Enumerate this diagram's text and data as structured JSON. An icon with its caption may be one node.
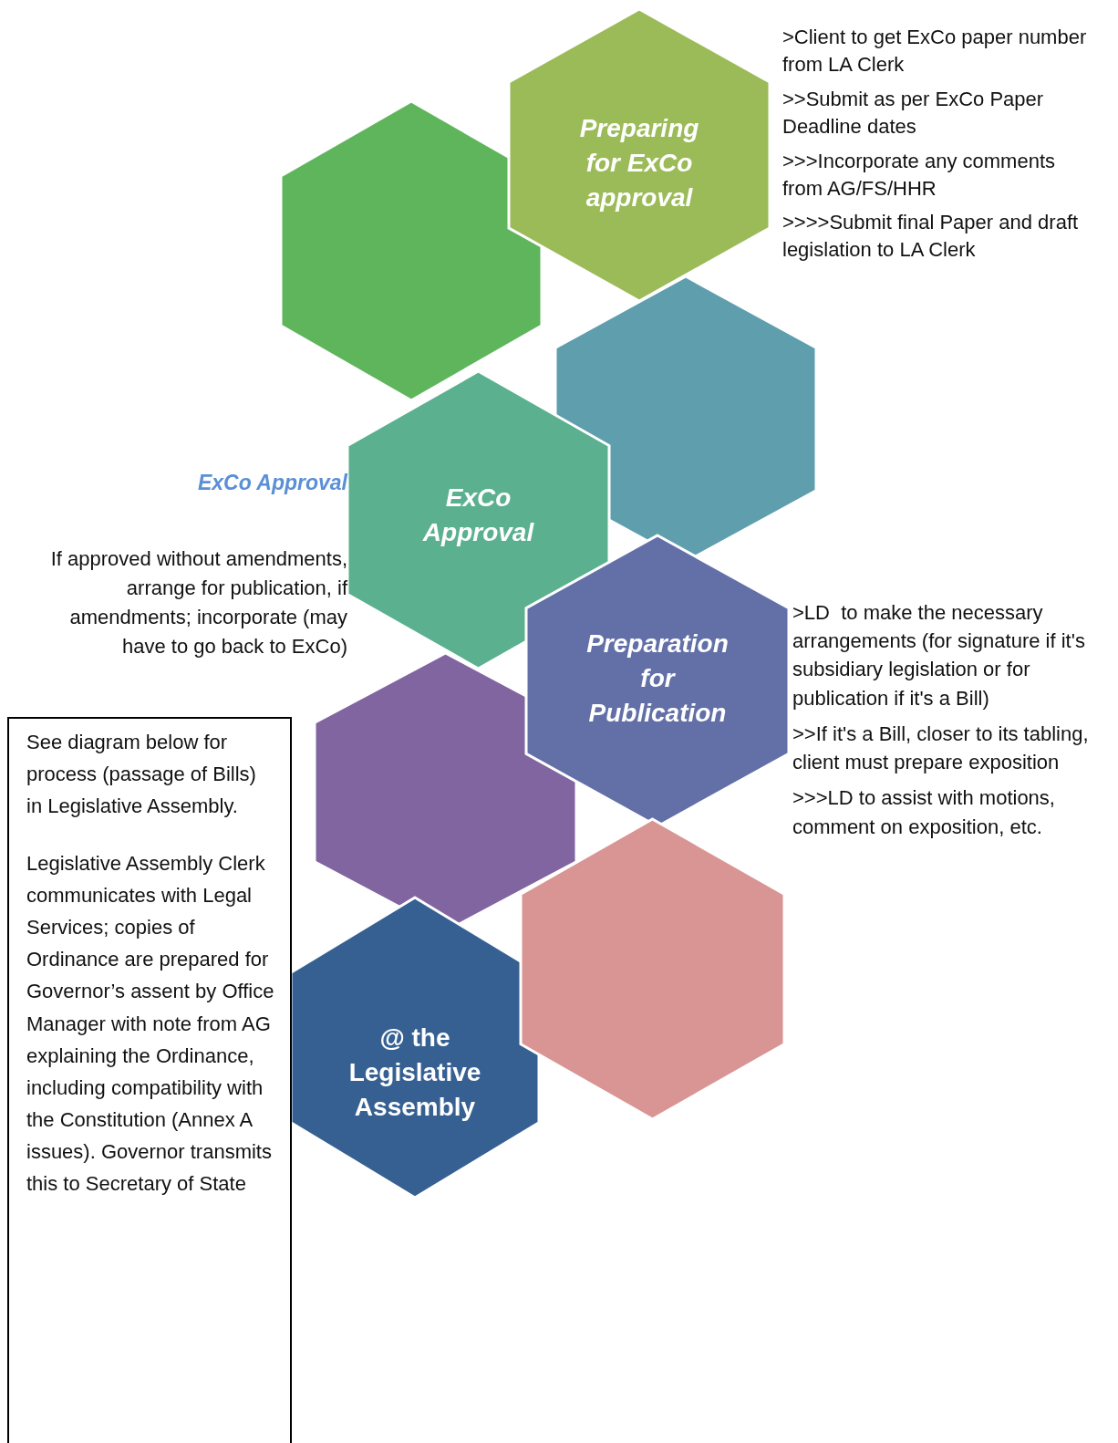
{
  "diagram": {
    "nodes": [
      {
        "text": [
          "Preparing for ExCo approval"
        ],
        "beside": [
          ">Client to get ExCo paper number from LA Clerk",
          ">>Submit as per ExCo Paper Deadline dates",
          ">>>Incorporate any comments from AG/FS/HHR",
          ">>>>Submit final Paper and draft legislation to LA Clerk"
        ]
      },
      {
        "text": [],
        "shape": "hexagon"
      },
      {
        "text": [],
        "shape": "hexagon"
      },
      {
        "text": [
          "ExCo Approval"
        ],
        "beside": [
          "ExCo Approval",
          "If approved without amendments, arrange for publication, if amendments; incorporate (may have to go back to ExCo)"
        ]
      },
      {
        "text": [
          "Preparation for Publication"
        ],
        "beside": [
          ">LD  to make the necessary arrangements (for signature if it's subsidiary legislation or for publication if it's a Bill)",
          ">>If it's a Bill, closer to its tabling, client must prepare exposition",
          ">>>LD to assist with motions, comment on exposition, etc."
        ]
      },
      {
        "text": [],
        "shape": "hexagon"
      },
      {
        "text": [],
        "shape": "hexagon"
      },
      {
        "text": [
          "@ the Legislative Assembly"
        ]
      },
      {
        "text": [
          "See diagram below for process (passage of Bills) in Legislative Assembly.",
          "Legislative Assembly Clerk communicates with Legal Services; copies of Ordinance are prepared for Governor’s assent by Office Manager with note from AG explaining the Ordinance, including compatibility with the Constitution (Annex A issues). Governor transmits this to Secretary of State"
        ]
      }
    ],
    "edges": []
  }
}
